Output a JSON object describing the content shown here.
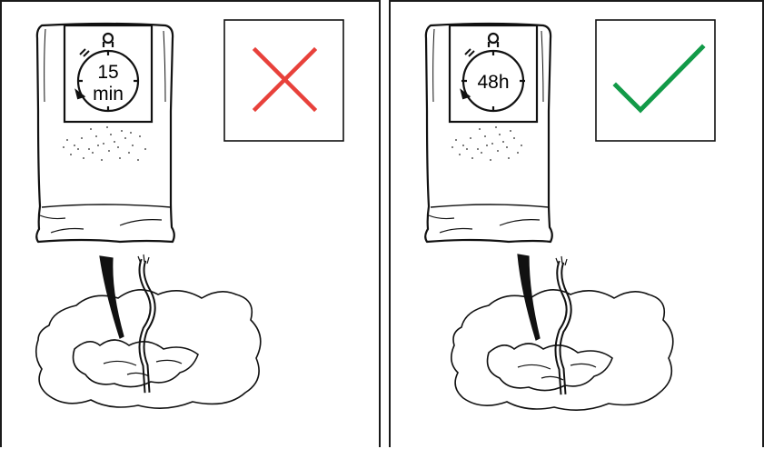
{
  "panels": [
    {
      "timer_line1": "15",
      "timer_line2": "min",
      "verdict": "incorrect",
      "verdict_icon": "cross-icon",
      "verdict_color": "#e8413b"
    },
    {
      "timer_line1": "48h",
      "verdict": "correct",
      "verdict_icon": "check-icon",
      "verdict_color": "#129a48"
    }
  ]
}
